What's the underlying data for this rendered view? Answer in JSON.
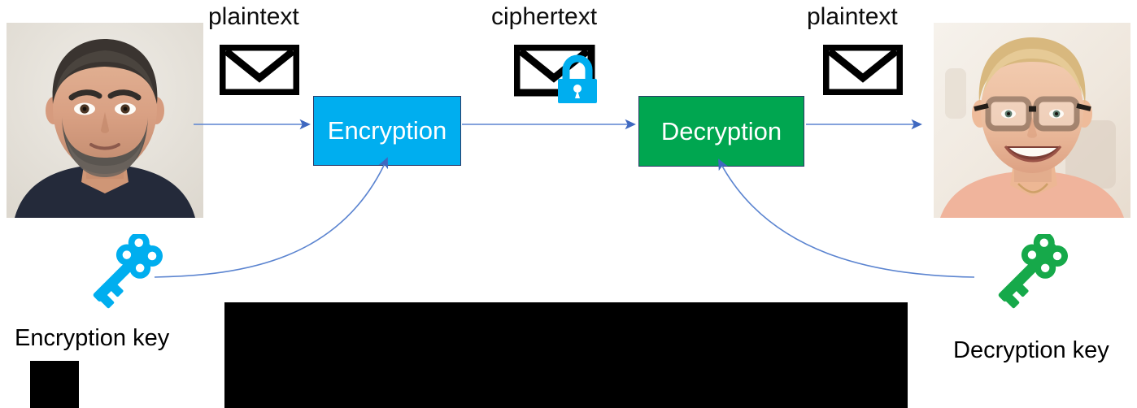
{
  "diagram": {
    "title": "Symmetric / asymmetric encryption flow diagram",
    "background_color": "#ffffff"
  },
  "colors": {
    "encryption_fill": "#00AEEF",
    "encryption_border": "#2b3a67",
    "decryption_fill": "#00A650",
    "decryption_border": "#2b3a67",
    "encryption_key": "#00AEEF",
    "decryption_key": "#16A94A",
    "lock": "#00AEEF",
    "arrow": "#4472C4",
    "envelope": "#000000",
    "text": "#0d0d0d",
    "redaction": "#000000"
  },
  "nodes": {
    "sender": {
      "name": "sender-portrait",
      "alt": "photo of dark-haired bearded man in navy t-shirt"
    },
    "receiver": {
      "name": "receiver-portrait",
      "alt": "photo of smiling blond man with black-framed glasses"
    },
    "encryption_box": {
      "label": "Encryption"
    },
    "decryption_box": {
      "label": "Decryption"
    }
  },
  "messages": [
    {
      "id": "msg-plaintext-left",
      "label": "plaintext",
      "icon": "envelope-icon",
      "locked": false
    },
    {
      "id": "msg-ciphertext",
      "label": "ciphertext",
      "icon": "envelope-with-lock-icon",
      "locked": true
    },
    {
      "id": "msg-plaintext-right",
      "label": "plaintext",
      "icon": "envelope-icon",
      "locked": false
    }
  ],
  "keys": [
    {
      "id": "encryption-key",
      "label": "Encryption key",
      "icon": "key-icon",
      "color": "#00AEEF"
    },
    {
      "id": "decryption-key",
      "label": "Decryption key",
      "icon": "key-icon",
      "color": "#16A94A"
    }
  ],
  "arrows": [
    {
      "id": "arrow-sender-to-encryption",
      "from": "sender",
      "to": "encryption_box",
      "style": "straight"
    },
    {
      "id": "arrow-encryption-to-decryption",
      "from": "encryption_box",
      "to": "decryption_box",
      "style": "straight"
    },
    {
      "id": "arrow-decryption-to-receiver",
      "from": "decryption_box",
      "to": "receiver",
      "style": "straight"
    },
    {
      "id": "arrow-enckey-to-encryption",
      "from": "encryption-key",
      "to": "encryption_box",
      "style": "curved"
    },
    {
      "id": "arrow-deckey-to-decryption",
      "from": "decryption-key",
      "to": "decryption_box",
      "style": "curved"
    }
  ],
  "redactions": [
    {
      "id": "redaction-main",
      "note": "large black redaction bar across lower-centre"
    },
    {
      "id": "redaction-small",
      "note": "small black redaction square below Encryption key"
    }
  ]
}
